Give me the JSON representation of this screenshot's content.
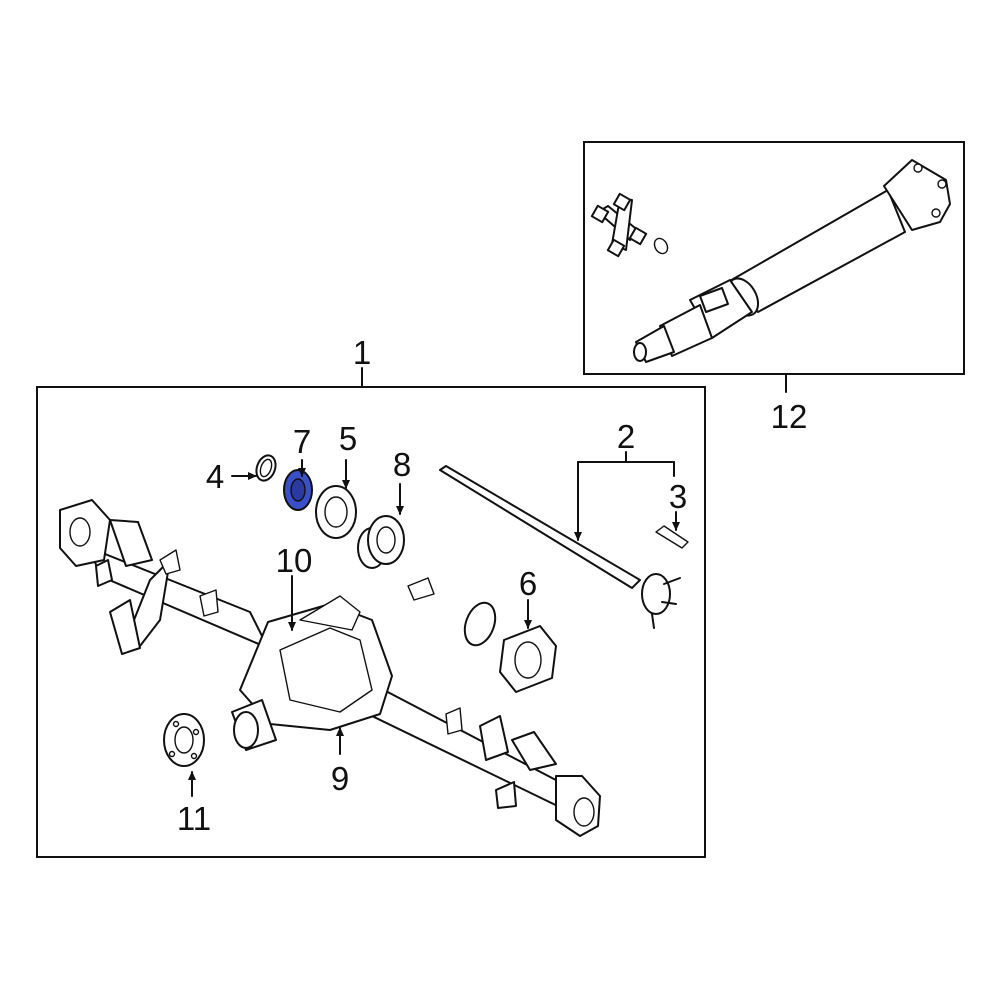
{
  "diagram": {
    "highlight_color": "#3a50c8",
    "callouts": {
      "c1": "1",
      "c2": "2",
      "c3": "3",
      "c4": "4",
      "c5": "5",
      "c6": "6",
      "c7": "7",
      "c8": "8",
      "c9": "9",
      "c10": "10",
      "c11": "11",
      "c12": "12"
    },
    "highlighted_part": "7"
  }
}
